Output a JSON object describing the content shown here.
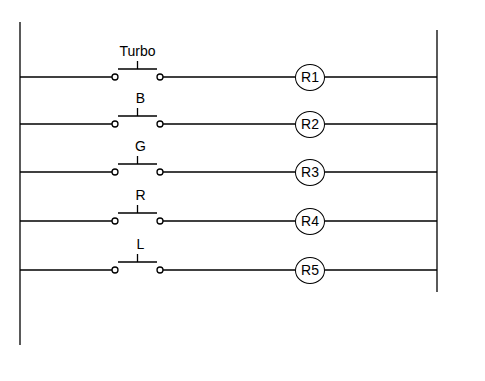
{
  "diagram": {
    "nodes": [
      {
        "text": [
          "R1"
        ]
      },
      {
        "text": [
          "R2"
        ]
      },
      {
        "text": [
          "R3"
        ]
      },
      {
        "text": [
          "R4"
        ]
      },
      {
        "text": [
          "R5"
        ]
      }
    ],
    "labels": [
      "Turbo",
      "B",
      "G",
      "R",
      "L"
    ]
  }
}
